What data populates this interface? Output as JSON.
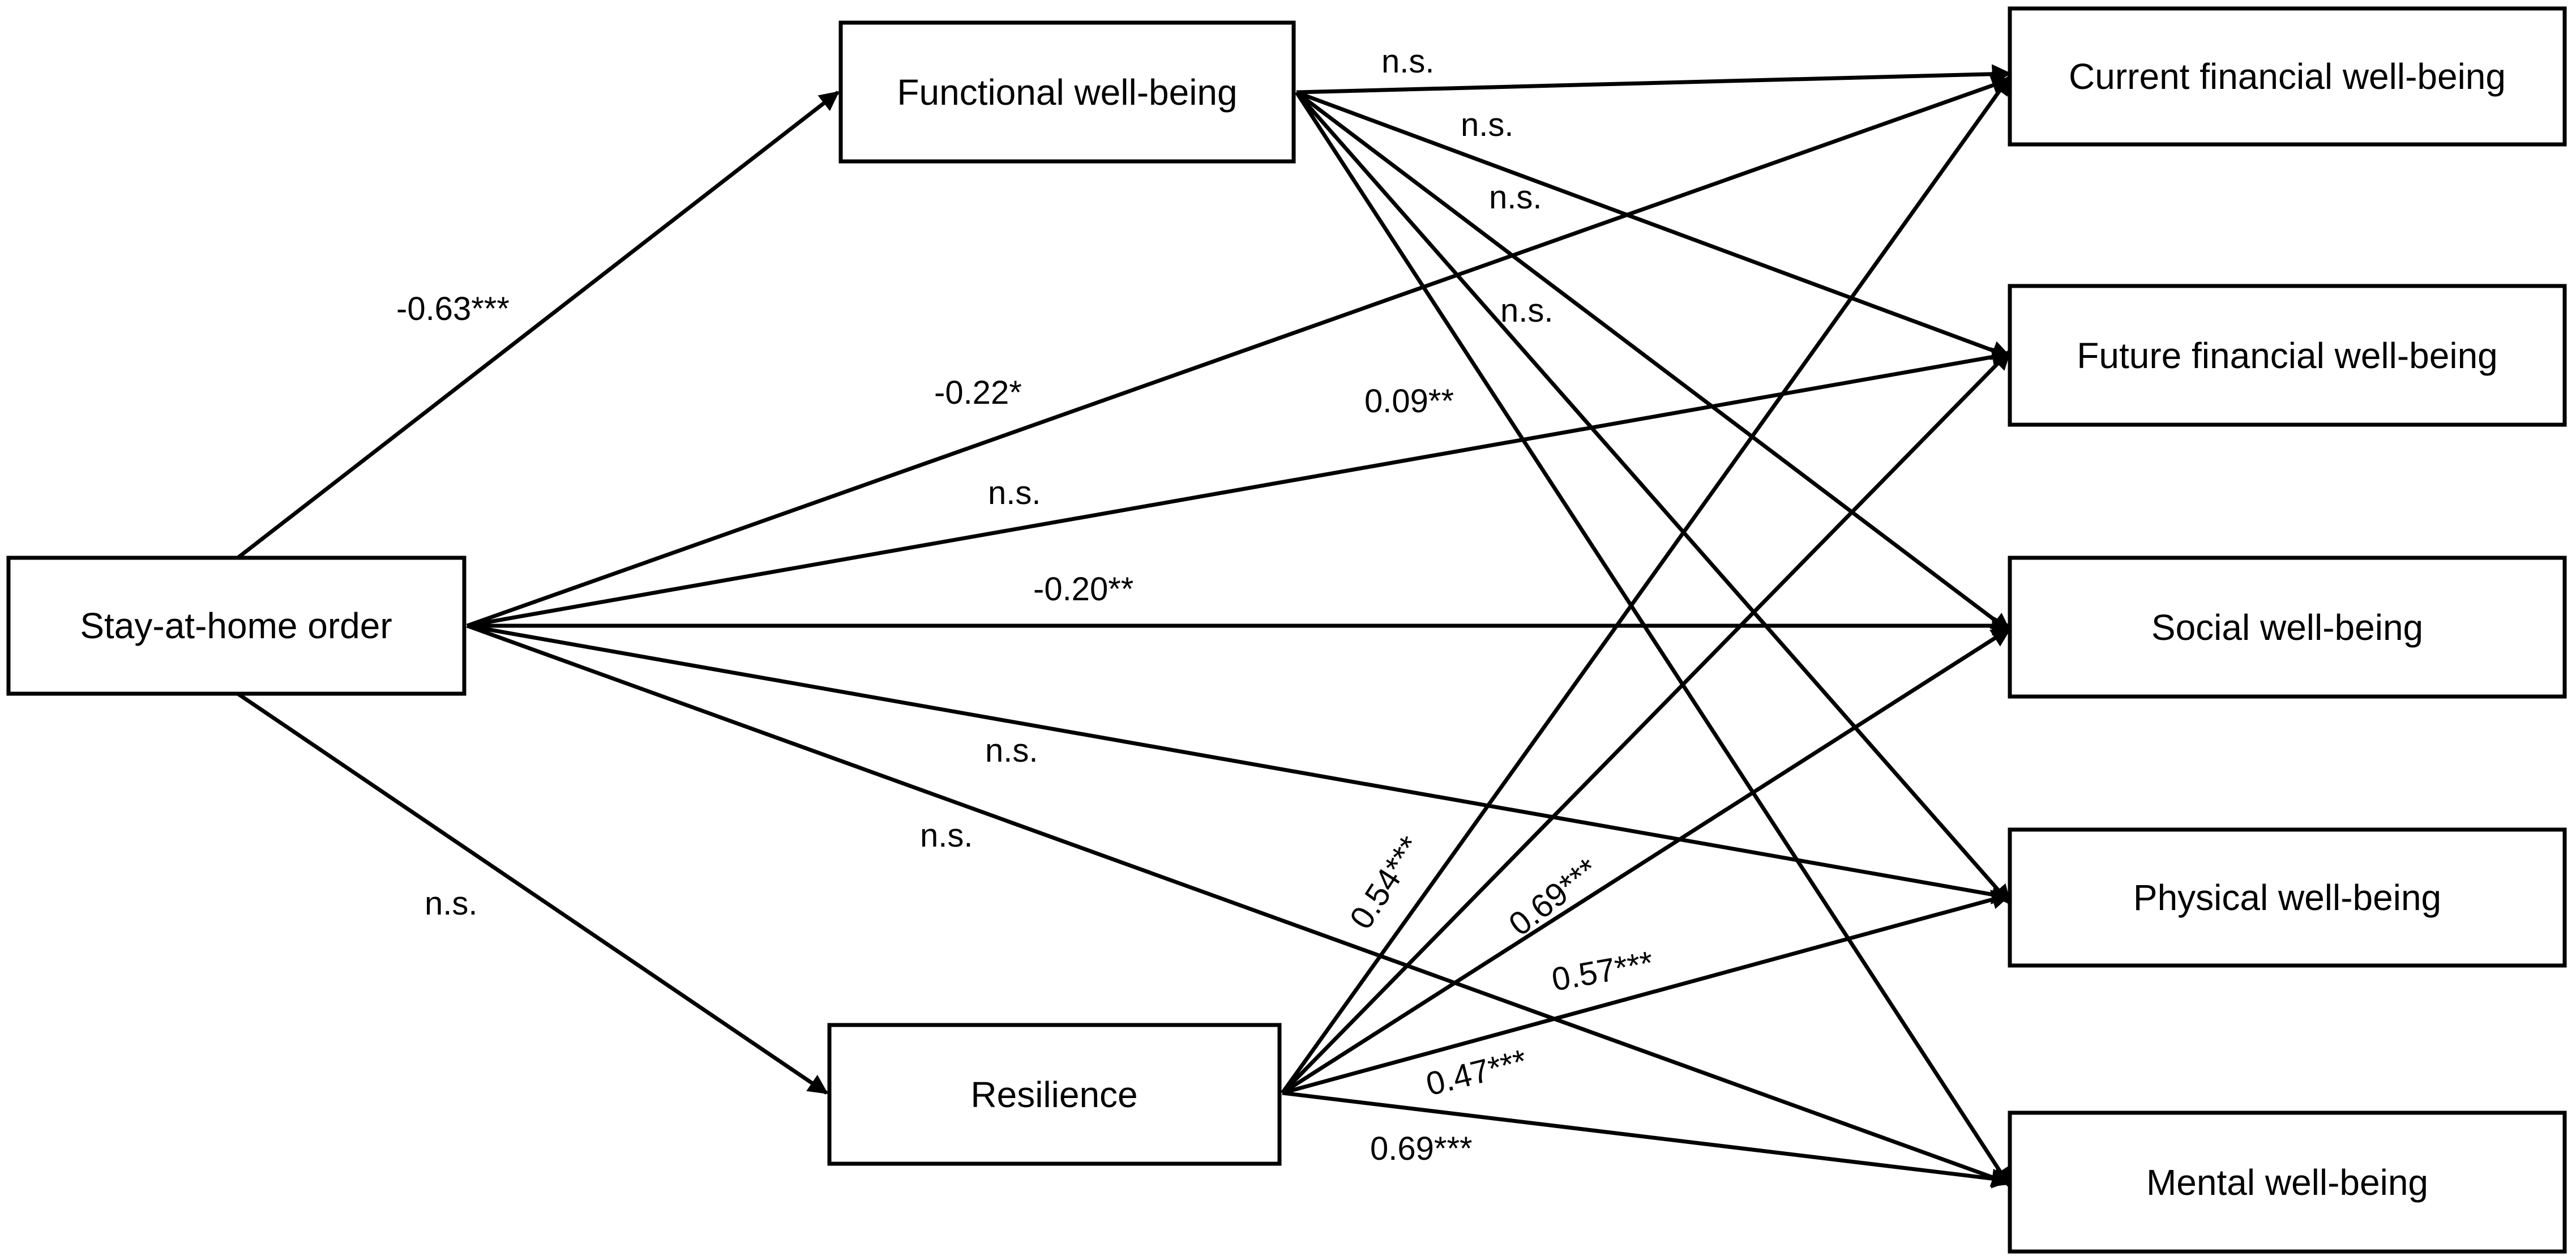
{
  "nodes": {
    "stay": "Stay-at-home order",
    "functional": "Functional well-being",
    "resilience": "Resilience",
    "current": "Current financial well-being",
    "future": "Future financial well-being",
    "social": "Social well-being",
    "physical": "Physical well-being",
    "mental": "Mental well-being"
  },
  "edges": {
    "stay_functional": "-0.63***",
    "stay_resilience": "n.s.",
    "stay_current": "-0.22*",
    "stay_future": "n.s.",
    "stay_social": "-0.20**",
    "stay_physical": "n.s.",
    "stay_mental": "n.s.",
    "functional_current": "n.s.",
    "functional_future": "n.s.",
    "functional_social": "n.s.",
    "functional_physical": "n.s.",
    "functional_mental": "0.09**",
    "resilience_current": "0.54***",
    "resilience_future": "0.69***",
    "resilience_social": "0.57***",
    "resilience_physical": "0.47***",
    "resilience_mental": "0.69***"
  },
  "colors": {
    "line": "#000000",
    "background": "#ffffff"
  }
}
